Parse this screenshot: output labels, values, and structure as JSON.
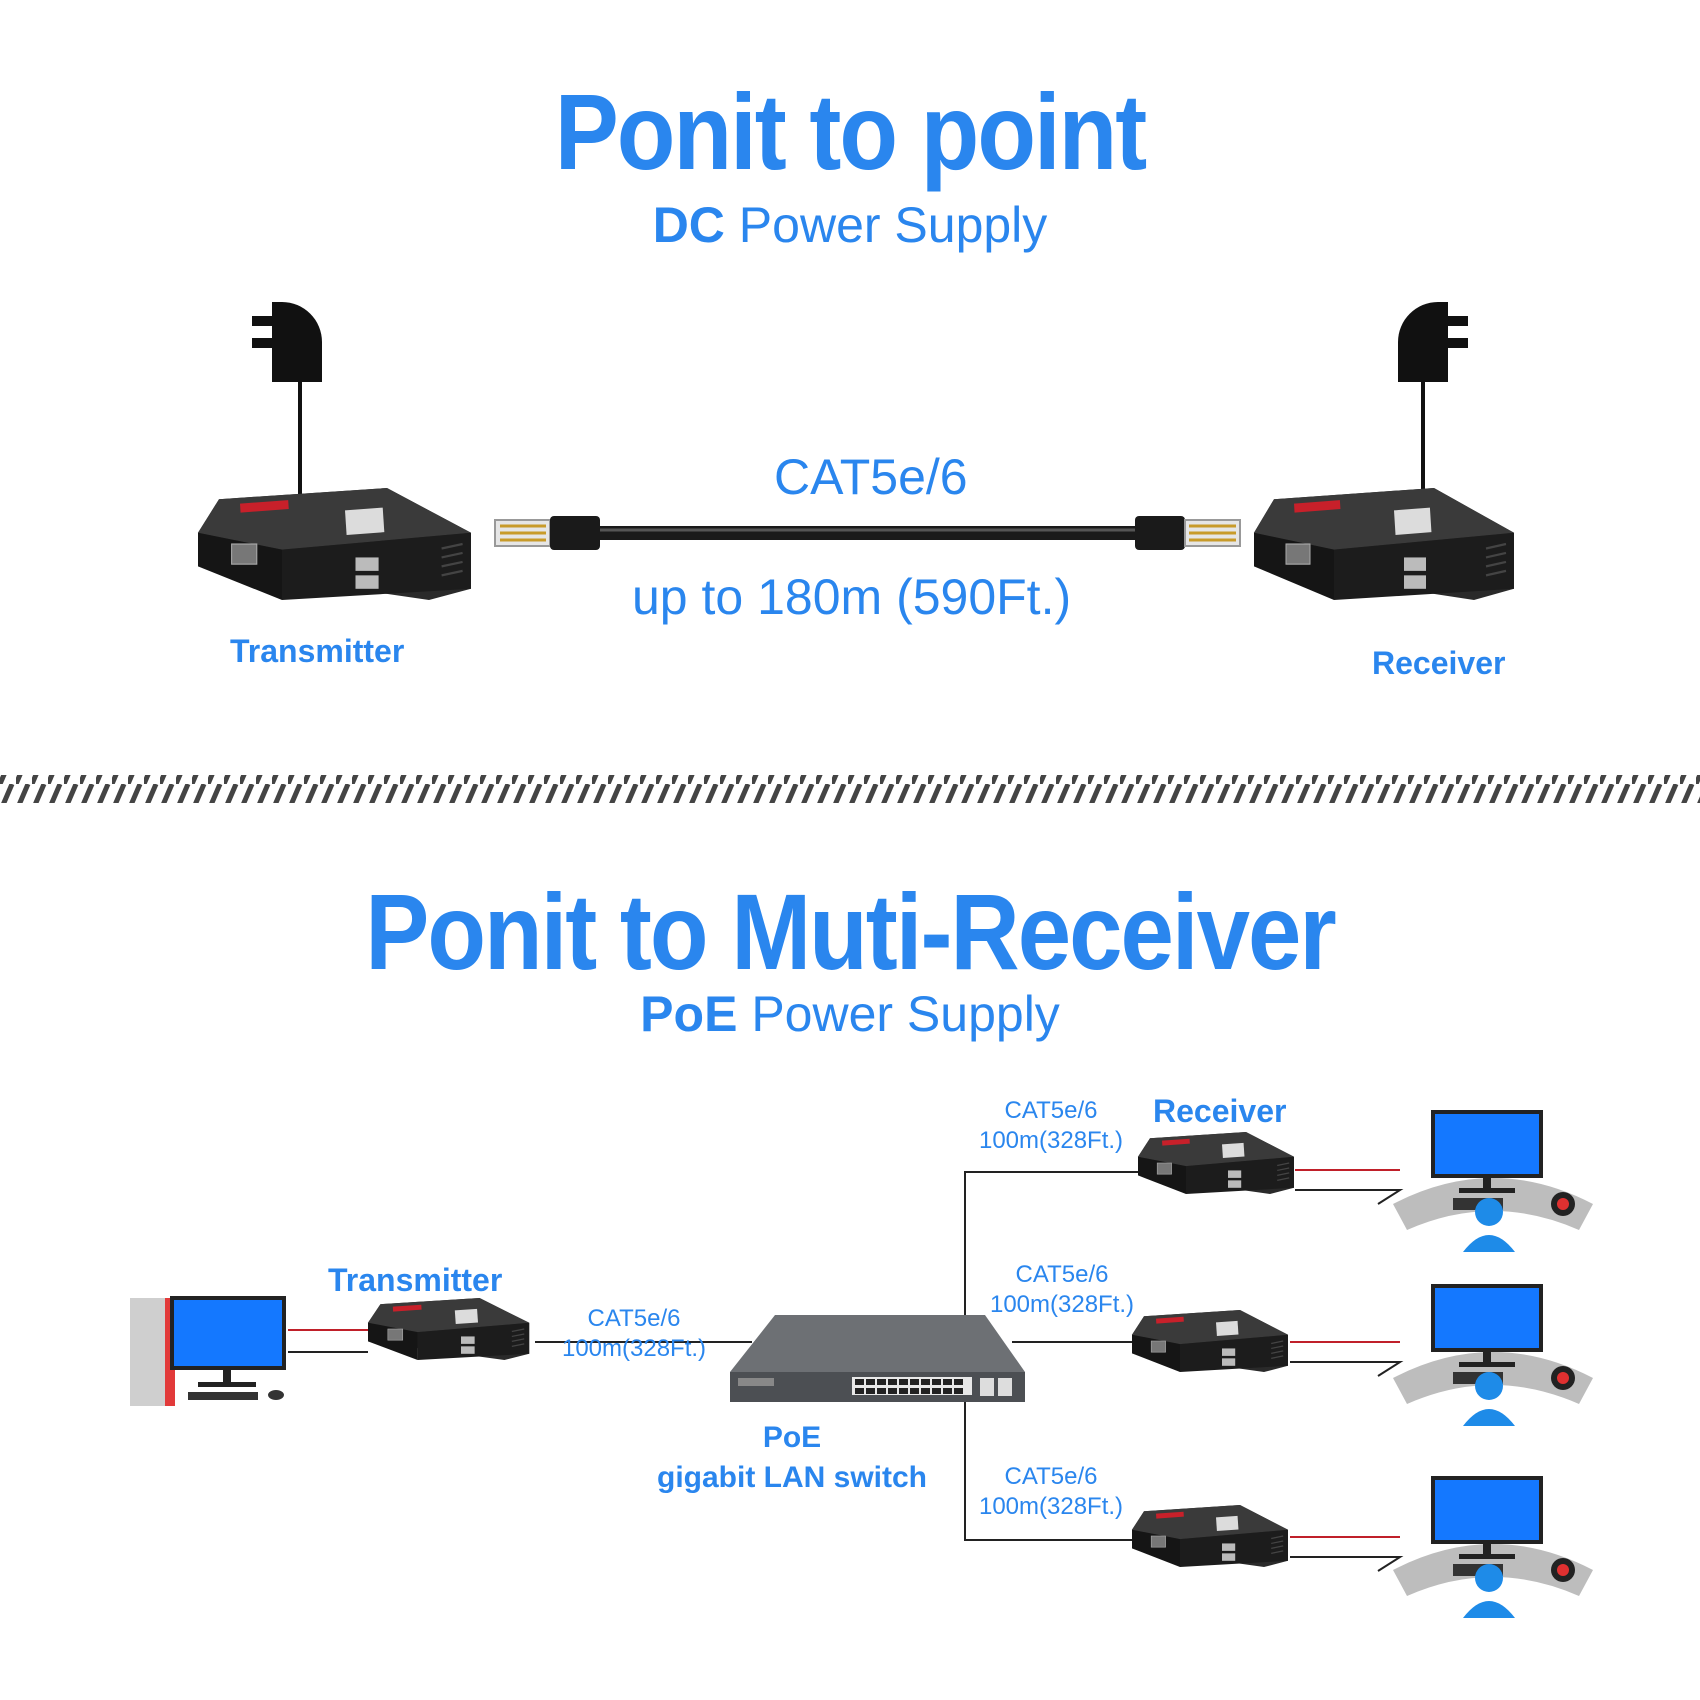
{
  "top": {
    "title": "Ponit to point",
    "subtitle_bold": "DC",
    "subtitle_rest": " Power Supply",
    "cable_label": "CAT5e/6",
    "distance_label": "up to 180m (590Ft.)",
    "transmitter_label": "Transmitter",
    "receiver_label": "Receiver"
  },
  "bottom": {
    "title": "Ponit to Muti-Receiver",
    "subtitle_bold": "PoE",
    "subtitle_rest": " Power Supply",
    "transmitter_label": "Transmitter",
    "receiver_label": "Receiver",
    "switch_label_line1": "PoE",
    "switch_label_line2": "gigabit LAN switch",
    "links": [
      {
        "cable": "CAT5e/6",
        "distance": "100m(328Ft.)"
      },
      {
        "cable": "CAT5e/6",
        "distance": "100m(328Ft.)"
      },
      {
        "cable": "CAT5e/6",
        "distance": "100m(328Ft.)"
      },
      {
        "cable": "CAT5e/6",
        "distance": "100m(328Ft.)"
      }
    ]
  },
  "colors": {
    "accent": "#2a86ee",
    "device_body": "#1e1e1e",
    "monitor_screen": "#1478ff",
    "switch_body": "#5a5d61",
    "cable_red": "#c0202a"
  }
}
